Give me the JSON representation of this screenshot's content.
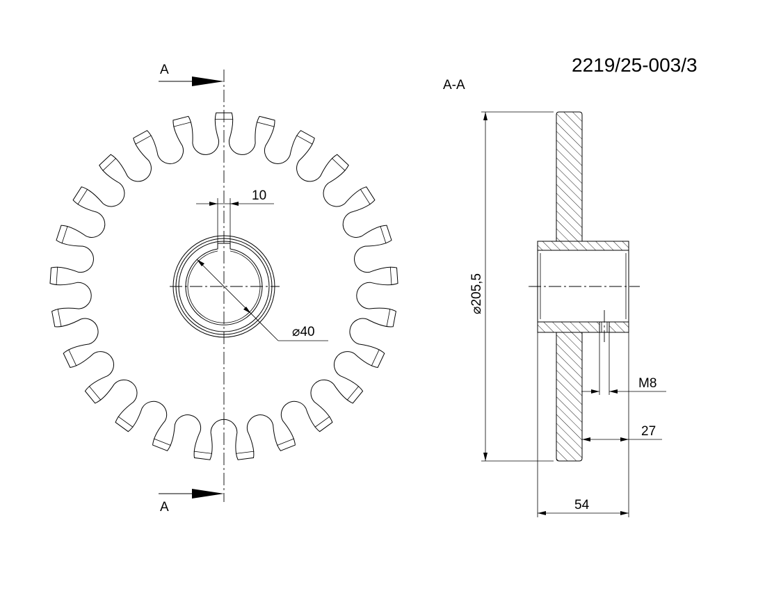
{
  "drawing": {
    "part_number": "2219/25-003/3",
    "section_label_top": "A",
    "section_label_bottom": "A",
    "section_view_title": "A-A"
  },
  "sprocket": {
    "teeth": 25
  },
  "dimensions": {
    "keyway_width": "10",
    "bore_diameter": "40",
    "diameter_symbol": "⌀",
    "outer_diameter": "205,5",
    "thread": "M8",
    "hub_offset": "27",
    "hub_length": "54"
  }
}
